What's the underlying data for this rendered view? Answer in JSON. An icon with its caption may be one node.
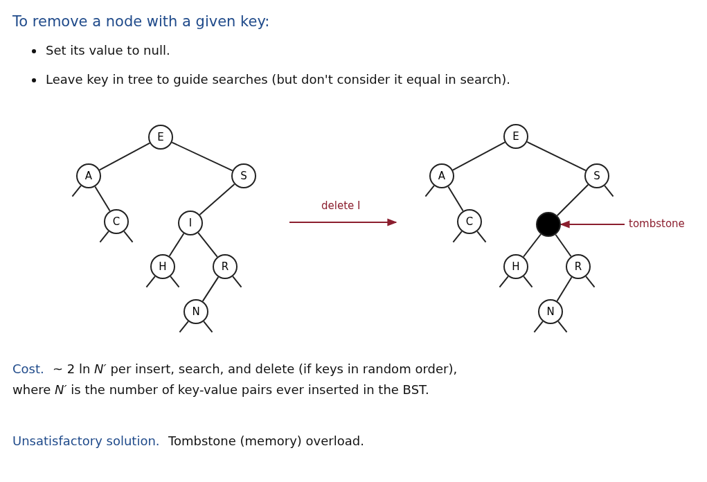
{
  "diagram": {
    "title": "To remove a node with a given key:",
    "nodes": [
      {
        "text": [
          "E"
        ]
      },
      {
        "text": [
          "A"
        ]
      },
      {
        "text": [
          "S"
        ]
      },
      {
        "text": [
          "C"
        ]
      },
      {
        "text": [
          "I"
        ]
      },
      {
        "text": [
          "H"
        ]
      },
      {
        "text": [
          "R"
        ]
      },
      {
        "text": [
          "N"
        ]
      },
      {
        "text": [
          "E"
        ]
      },
      {
        "text": [
          "A"
        ]
      },
      {
        "text": [
          "S"
        ]
      },
      {
        "text": [
          "C"
        ]
      },
      {
        "text": [],
        "shape": "circle"
      },
      {
        "text": [
          "tombstone"
        ]
      },
      {
        "text": [
          "H"
        ]
      },
      {
        "text": [
          "R"
        ]
      },
      {
        "text": [
          "N"
        ]
      }
    ],
    "edges": [
      {
        "from": 0,
        "to": 1,
        "arrow": "none"
      },
      {
        "from": 0,
        "to": 2,
        "arrow": "none"
      },
      {
        "from": 1,
        "to": 3,
        "arrow": "none"
      },
      {
        "from": 2,
        "to": 4,
        "arrow": "none"
      },
      {
        "from": 4,
        "to": 5,
        "arrow": "none"
      },
      {
        "from": 4,
        "to": 6,
        "arrow": "none"
      },
      {
        "from": 6,
        "to": 7,
        "arrow": "none"
      },
      {
        "from": 1,
        "to": null,
        "arrow": "none"
      },
      {
        "from": 3,
        "to": null,
        "arrow": "none"
      },
      {
        "from": 3,
        "to": null,
        "arrow": "none"
      },
      {
        "from": 5,
        "to": null,
        "arrow": "none"
      },
      {
        "from": 5,
        "to": null,
        "arrow": "none"
      },
      {
        "from": 6,
        "to": null,
        "arrow": "none"
      },
      {
        "from": 7,
        "to": null,
        "arrow": "none"
      },
      {
        "from": 7,
        "to": null,
        "arrow": "none"
      },
      {
        "from": 8,
        "to": 9,
        "arrow": "none"
      },
      {
        "from": 8,
        "to": 10,
        "arrow": "none"
      },
      {
        "from": 9,
        "to": 11,
        "arrow": "none"
      },
      {
        "from": 10,
        "to": 12,
        "arrow": "none"
      },
      {
        "from": 12,
        "to": 14,
        "arrow": "none"
      },
      {
        "from": 12,
        "to": 15,
        "arrow": "none"
      },
      {
        "from": 15,
        "to": 16,
        "arrow": "none"
      },
      {
        "from": 9,
        "to": null,
        "arrow": "none"
      },
      {
        "from": 11,
        "to": null,
        "arrow": "none"
      },
      {
        "from": 11,
        "to": null,
        "arrow": "none"
      },
      {
        "from": 10,
        "to": null,
        "arrow": "none"
      },
      {
        "from": 14,
        "to": null,
        "arrow": "none"
      },
      {
        "from": 14,
        "to": null,
        "arrow": "none"
      },
      {
        "from": 15,
        "to": null,
        "arrow": "none"
      },
      {
        "from": 16,
        "to": null,
        "arrow": "none"
      },
      {
        "from": 16,
        "to": null,
        "arrow": "none"
      },
      {
        "from": 13,
        "to": 12,
        "arrow": "to",
        "color": "#8b1e2e"
      }
    ],
    "labels": [
      "delete I",
      "Set its value to null.",
      "Leave key in tree to guide searches (but don't consider it equal in search).",
      "Cost.",
      "~ 2 ln *N′* per insert, search, and delete (if keys in random order), where *N′* is the number of key-value pairs ever inserted in the BST.",
      "Unsatisfactory solution.",
      "Tombstone (memory) overload."
    ]
  }
}
